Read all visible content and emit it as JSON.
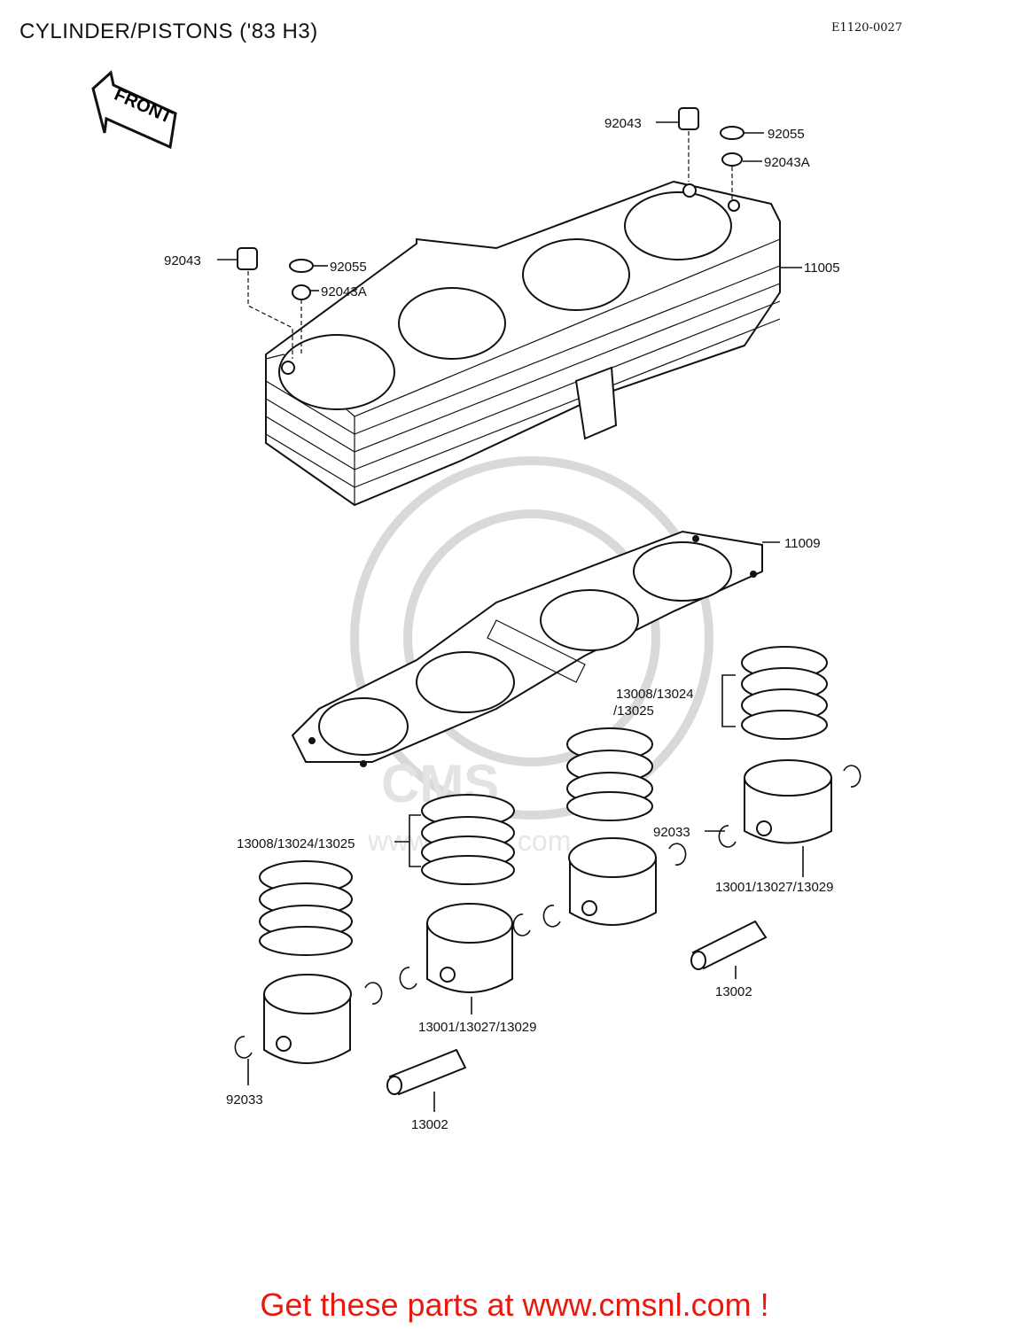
{
  "header": {
    "title": "CYLINDER/PISTONS ('83 H3)",
    "figure_code": "E1120-0027"
  },
  "diagram": {
    "front_marker": "FRONT",
    "watermark": "www.cmsnl.com",
    "callouts": {
      "dowel_top": "92043",
      "oring_top": "92055",
      "dowel_a_top": "92043A",
      "dowel_left": "92043",
      "oring_left": "92055",
      "dowel_a_left": "92043A",
      "cylinder": "11005",
      "gasket": "11009",
      "rings_right_line1": "13008/13024",
      "rings_right_line2": "/13025",
      "rings_left": "13008/13024/13025",
      "circlip_right": "92033",
      "piston_right": "13001/13027/13029",
      "pin_right": "13002",
      "piston_left": "13001/13027/13029",
      "circlip_left": "92033",
      "pin_left": "13002"
    }
  },
  "footer": {
    "cta": "Get these parts at www.cmsnl.com !"
  },
  "colors": {
    "cta": "#e8190f",
    "line": "#111111",
    "watermark": "#d9d9d9"
  }
}
